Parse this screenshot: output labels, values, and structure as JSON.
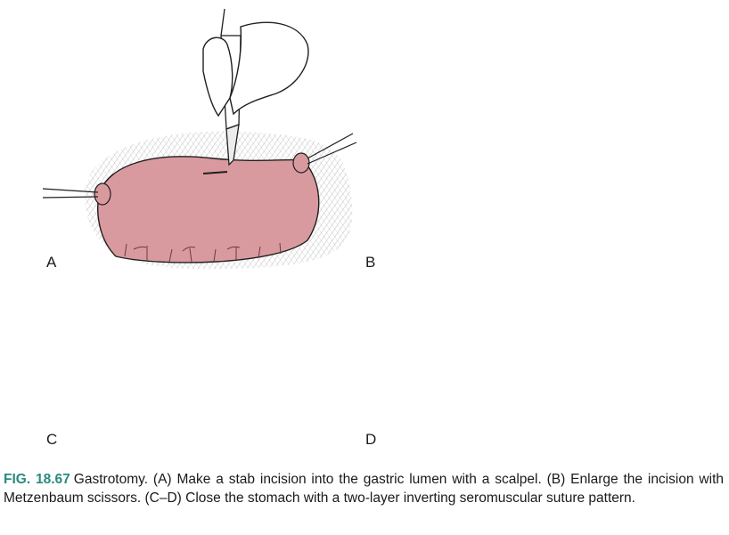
{
  "colors": {
    "stomach_fill": "#d99a9f",
    "stomach_shadow": "#b86f76",
    "drape_hatch": "#8c8c8c",
    "outline": "#1f1f1f",
    "figure_number": "#2a8a7f"
  },
  "panels": {
    "a": "A",
    "b": "B",
    "c": "C",
    "d": "D"
  },
  "caption": {
    "figure_number": "FIG. 18.67",
    "text": "Gastrotomy. (A) Make a stab incision into the gastric lumen with a scalpel. (B) Enlarge the incision with Metzenbaum scissors. (C–D) Close the stomach with a two-layer inverting seromuscular suture pattern."
  },
  "icons": [
    "scalpel-icon",
    "hand-icon",
    "metzenbaum-scissors-icon",
    "suture-needle-icon",
    "stay-suture-icon"
  ]
}
